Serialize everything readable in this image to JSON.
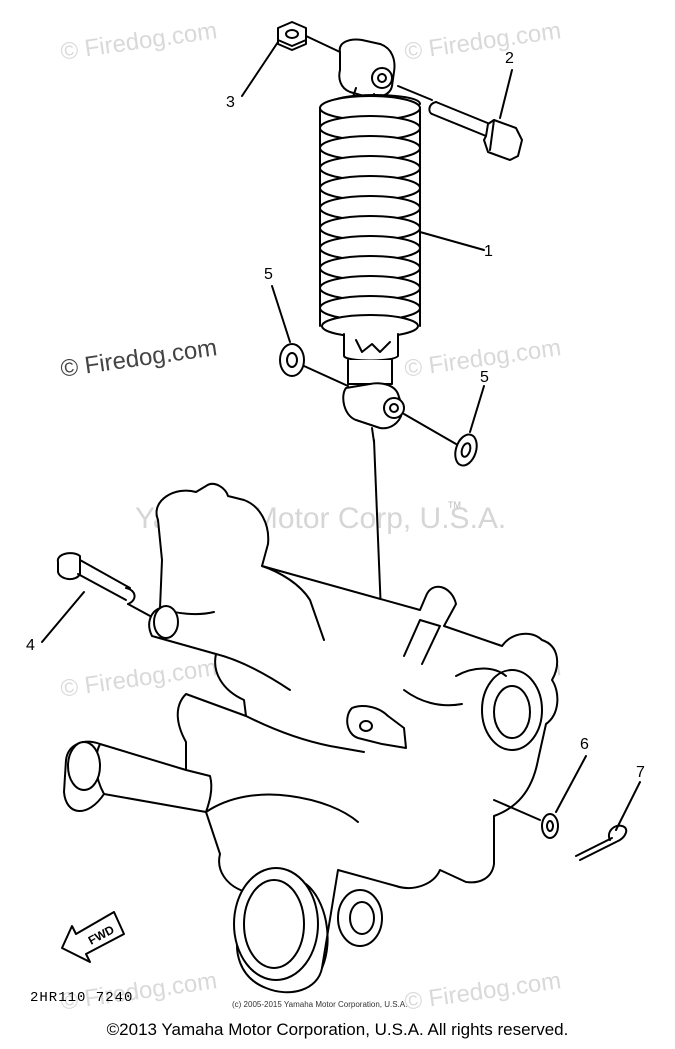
{
  "watermarks": {
    "firedog": "© Firedog.com",
    "firedog_tm": "© Firedog.com",
    "yamaha": "Yamaha Motor Corp, U.S.A.",
    "tm": "TM"
  },
  "callouts": {
    "c1": "1",
    "c2": "2",
    "c3": "3",
    "c4": "4",
    "c5a": "5",
    "c5b": "5",
    "c6": "6",
    "c7": "7"
  },
  "fwd_label": "FWD",
  "figure_code": "2HR110  7240",
  "small_copyright": "(c) 2005-2015 Yamaha Motor Corporation, U.S.A.",
  "footer_copyright": "©2013 Yamaha Motor Corporation, U.S.A. All rights reserved."
}
